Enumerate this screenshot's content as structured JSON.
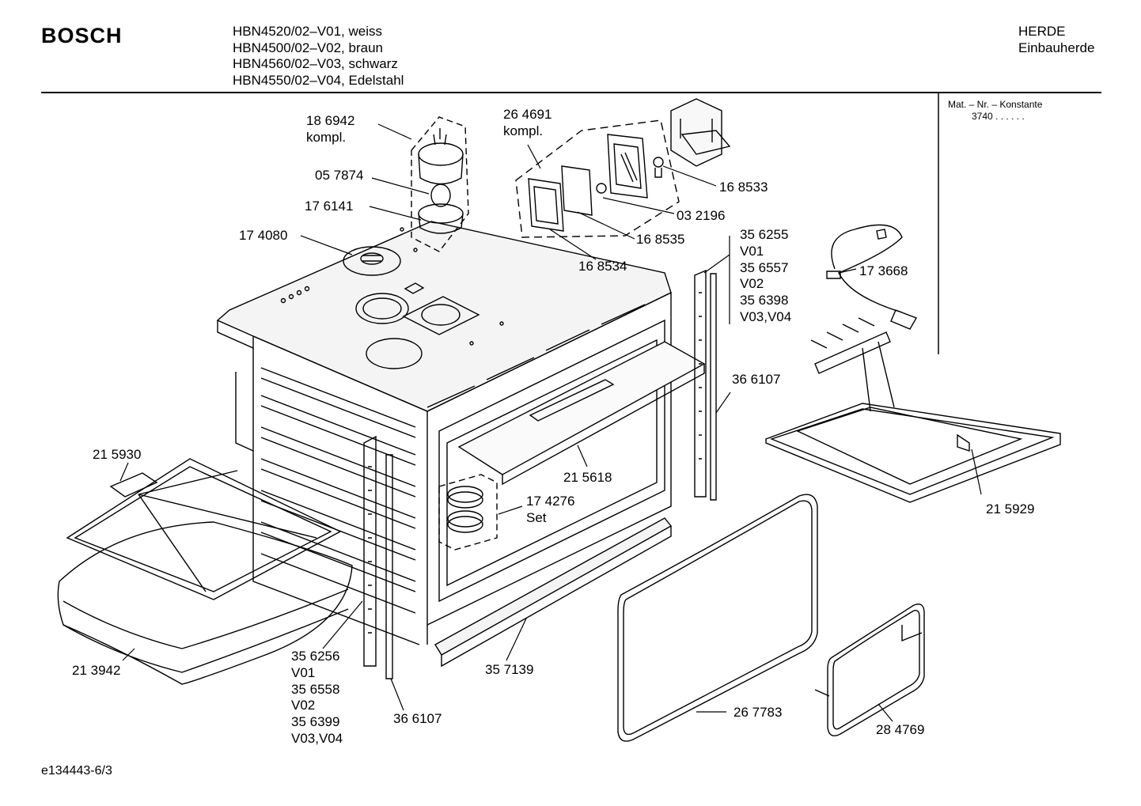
{
  "brand": "BOSCH",
  "models": [
    "HBN4520/02–V01, weiss",
    "HBN4500/02–V02, braun",
    "HBN4560/02–V03, schwarz",
    "HBN4550/02–V04, Edelstahl"
  ],
  "category": [
    "HERDE",
    "Einbauherde"
  ],
  "mat_key": {
    "label": "Mat. – Nr. – Konstante",
    "value": "3740 . . . . . ."
  },
  "footer_code": "e134443-6/3",
  "parts": [
    {
      "id": "p186942",
      "lines": [
        "18 6942",
        "kompl."
      ]
    },
    {
      "id": "p057874",
      "lines": [
        "05 7874"
      ]
    },
    {
      "id": "p176141",
      "lines": [
        "17 6141"
      ]
    },
    {
      "id": "p174080",
      "lines": [
        "17 4080"
      ]
    },
    {
      "id": "p264691",
      "lines": [
        "26 4691",
        "kompl."
      ]
    },
    {
      "id": "p168533",
      "lines": [
        "16 8533"
      ]
    },
    {
      "id": "p032196",
      "lines": [
        "03 2196"
      ]
    },
    {
      "id": "p168535",
      "lines": [
        "16 8535"
      ]
    },
    {
      "id": "p168534",
      "lines": [
        "16 8534"
      ]
    },
    {
      "id": "p356255",
      "lines": [
        "35 6255",
        "V01",
        "35 6557",
        "V02",
        "35 6398",
        "V03,V04"
      ]
    },
    {
      "id": "p173668",
      "lines": [
        "17 3668"
      ]
    },
    {
      "id": "p366107a",
      "lines": [
        "36 6107"
      ]
    },
    {
      "id": "p215930",
      "lines": [
        "21 5930"
      ]
    },
    {
      "id": "p215618",
      "lines": [
        "21 5618"
      ]
    },
    {
      "id": "p174276",
      "lines": [
        "17 4276",
        "Set"
      ]
    },
    {
      "id": "p215929",
      "lines": [
        "21 5929"
      ]
    },
    {
      "id": "p213942",
      "lines": [
        "21 3942"
      ]
    },
    {
      "id": "p356256",
      "lines": [
        "35 6256",
        "V01",
        "35 6558",
        "V02",
        "35 6399",
        "V03,V04"
      ]
    },
    {
      "id": "p357139",
      "lines": [
        "35 7139"
      ]
    },
    {
      "id": "p366107b",
      "lines": [
        "36 6107"
      ]
    },
    {
      "id": "p267783",
      "lines": [
        "26 7783"
      ]
    },
    {
      "id": "p284769",
      "lines": [
        "28 4769"
      ]
    }
  ]
}
